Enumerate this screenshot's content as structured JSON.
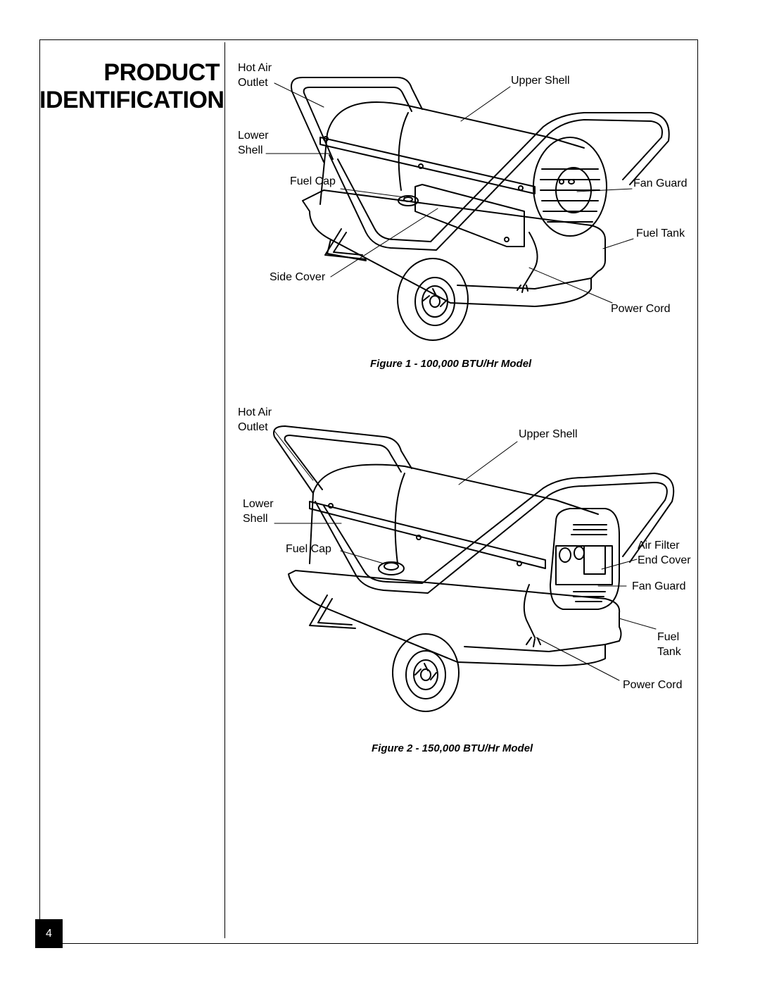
{
  "section_title": {
    "line1": "PRODUCT",
    "line2": "IDENTIFICATION"
  },
  "figure1": {
    "caption": "Figure 1 - 100,000 BTU/Hr Model",
    "labels": {
      "hot_air_line1": "Hot Air",
      "hot_air_line2": "Outlet",
      "upper_shell": "Upper Shell",
      "lower_shell_line1": "Lower",
      "lower_shell_line2": "Shell",
      "fuel_cap": "Fuel Cap",
      "fan_guard": "Fan Guard",
      "fuel_tank": "Fuel Tank",
      "side_cover": "Side Cover",
      "power_cord": "Power Cord"
    }
  },
  "figure2": {
    "caption": "Figure 2 - 150,000 BTU/Hr Model",
    "labels": {
      "hot_air_line1": "Hot Air",
      "hot_air_line2": "Outlet",
      "upper_shell": "Upper Shell",
      "lower_shell_line1": "Lower",
      "lower_shell_line2": "Shell",
      "fuel_cap": "Fuel Cap",
      "air_filter_line1": "Air Filter",
      "air_filter_line2": "End Cover",
      "fan_guard": "Fan Guard",
      "fuel_tank_line1": "Fuel",
      "fuel_tank_line2": "Tank",
      "power_cord": "Power Cord"
    }
  },
  "page_number": "4"
}
